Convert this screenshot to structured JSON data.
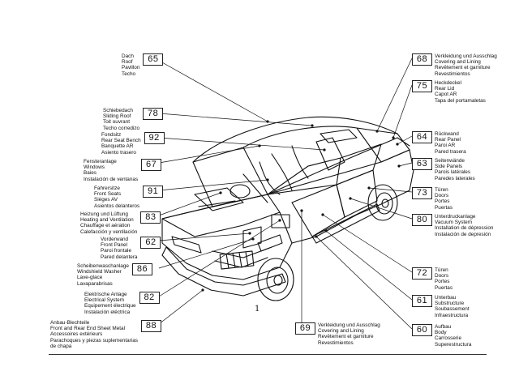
{
  "figure_number": "1",
  "callouts_left": [
    {
      "num": "65",
      "labels": [
        "Dach",
        "Roof",
        "Pavillon",
        "Techo"
      ]
    },
    {
      "num": "78",
      "labels": [
        "Schiebedach",
        "Sliding Roof",
        "Toit ouvrant",
        "Techo corredizo"
      ]
    },
    {
      "num": "92",
      "labels": [
        "Fondsitz",
        "Rear Seat Bench",
        "Banquette AR",
        "Asiento trasero"
      ]
    },
    {
      "num": "67",
      "labels": [
        "Fensteranlage",
        "Windows",
        "Baies",
        "Instalación de ventanas"
      ]
    },
    {
      "num": "91",
      "labels": [
        "Fahrersitze",
        "Front Seats",
        "Sièges AV",
        "Asientos delanteros"
      ]
    },
    {
      "num": "83",
      "labels": [
        "Heizung und Lüftung",
        "Heating and Ventilation",
        "Chauffage et aération",
        "Calefacción y ventilación"
      ]
    },
    {
      "num": "62",
      "labels": [
        "Vorderwand",
        "Front Panel",
        "Paroi frontale",
        "Pared delantera"
      ]
    },
    {
      "num": "86",
      "labels": [
        "Scheibenwaschanlage",
        "Windshield Washer",
        "Lave-glace",
        "Lavaparabrisas"
      ]
    },
    {
      "num": "82",
      "labels": [
        "Elektrische Anlage",
        "Electrical System",
        "Equipement électrique",
        "Instalación eléctrica"
      ]
    },
    {
      "num": "88",
      "labels": [
        "Anbau-Blechteile",
        "Front and Rear End Sheet Metal",
        "Accessoires extérieurs",
        "Parachoques y piezas suplementarias",
        "de chapa"
      ]
    }
  ],
  "callouts_right": [
    {
      "num": "68",
      "labels": [
        "Verkleidung und Ausschlag",
        "Covering and Lining",
        "Revêtement et garniture",
        "Revestimientos"
      ]
    },
    {
      "num": "75",
      "labels": [
        "Heckdeckel",
        "Rear Lid",
        "Capot AR",
        "Tapa del portamaletas"
      ]
    },
    {
      "num": "64",
      "labels": [
        "Rückwand",
        "Rear Panel",
        "Paroi AR",
        "Pared trasera"
      ]
    },
    {
      "num": "63",
      "labels": [
        "Seitenwände",
        "Side Panels",
        "Parois latérales",
        "Paredes laterales"
      ]
    },
    {
      "num": "73",
      "labels": [
        "Türen",
        "Doors",
        "Portes",
        "Puertas"
      ]
    },
    {
      "num": "80",
      "labels": [
        "Unterdruckanlage",
        "Vacuum System",
        "Installation de dépression",
        "Instalación de depresión"
      ]
    },
    {
      "num": "72",
      "labels": [
        "Türen",
        "Doors",
        "Portes",
        "Puertas"
      ]
    },
    {
      "num": "61",
      "labels": [
        "Unterbau",
        "Substructure",
        "Soubassement",
        "Infraestructura"
      ]
    },
    {
      "num": "60",
      "labels": [
        "Aufbau",
        "Body",
        "Carrosserie",
        "Superestructura"
      ]
    }
  ],
  "callout_bottom": {
    "num": "69",
    "labels": [
      "Verkleidung und Ausschlag",
      "Covering and Lining",
      "Revêtement et garniture",
      "Revestimientos"
    ]
  }
}
